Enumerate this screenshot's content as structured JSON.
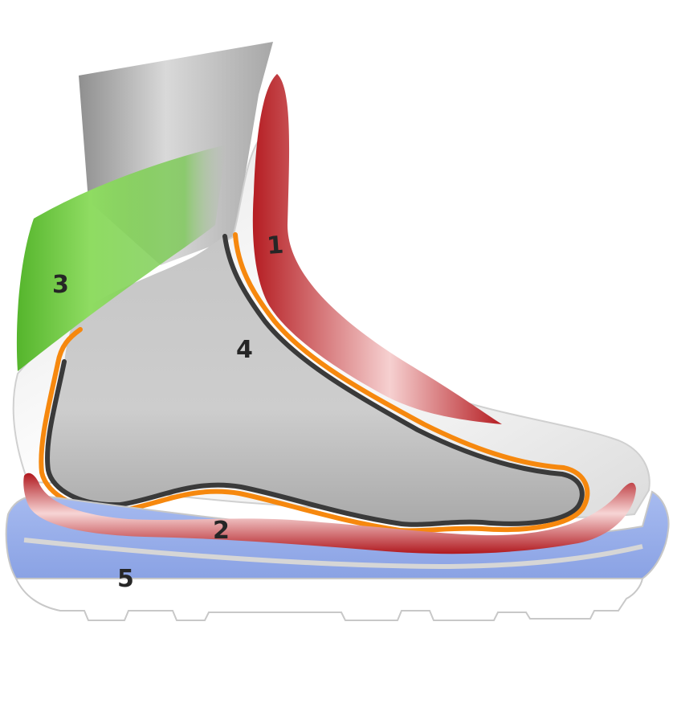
{
  "diagram": {
    "labels": {
      "upper_padding": "1",
      "sole_padding": "2",
      "ankle_band": "3",
      "foot": "4",
      "outsole": "5"
    },
    "colors": {
      "leg_gray": "#b9b9b9",
      "foot_gray": "#bdbdbd",
      "boot_shell": "#f2f2f2",
      "padding_red": "#b31f24",
      "padding_red_light": "#f4c6c6",
      "lining_orange": "#f6880e",
      "lining_dark": "#3a3a3a",
      "ankle_green": "#6cc741",
      "outsole_blue": "#94acea",
      "tread_white": "#ffffff",
      "outline_gray": "#9a9a9a"
    }
  }
}
